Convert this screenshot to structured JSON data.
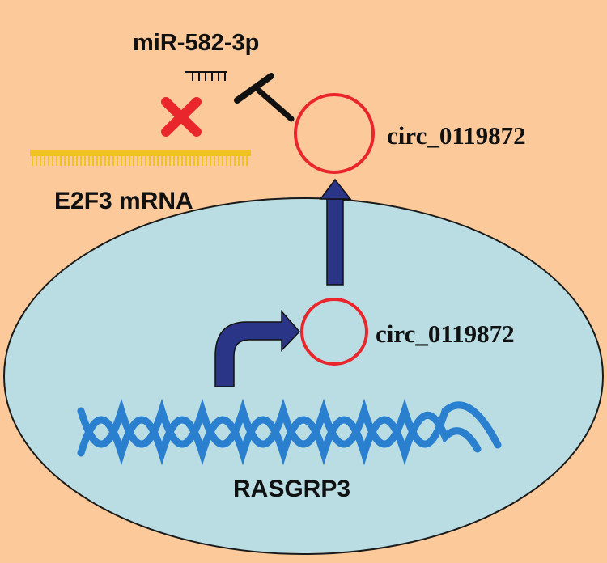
{
  "labels": {
    "mirna": "miR-582-3p",
    "circ_cytoplasm": "circ_0119872",
    "circ_nucleus": "circ_0119872",
    "mrna": "E2F3 mRNA",
    "gene": "RASGRP3"
  },
  "colors": {
    "background": "#fbc99a",
    "nucleus_fill": "#b9dde2",
    "circle_stroke": "#e8262c",
    "arrow": "#2b3588",
    "dna": "#2a7fcf",
    "mrna": "#f0c321",
    "cross": "#e8262c",
    "inhibition": "#111111"
  },
  "icons": {
    "block": "red-x-mark-icon",
    "inhibit": "inhibition-t-bar-icon"
  }
}
